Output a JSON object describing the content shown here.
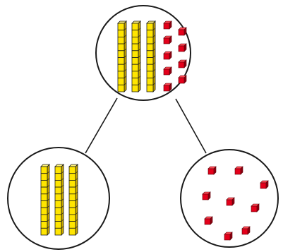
{
  "diagram": {
    "type": "part-part-whole base-ten blocks",
    "whole": {
      "tens_rods": 3,
      "unit_cubes": 9
    },
    "parts": [
      {
        "tens_rods": 3,
        "unit_cubes": 0
      },
      {
        "tens_rods": 0,
        "unit_cubes": 9
      }
    ],
    "colors": {
      "rod_fill": "#FFE500",
      "rod_stroke": "#1a1a1a",
      "cube_front": "#E4001B",
      "cube_top": "#FF4A55",
      "cube_side": "#8E0010",
      "circle_stroke": "#1a1a1a",
      "connector": "#1a1a1a"
    },
    "icons": {
      "rod": "tens-rod-icon",
      "cube": "unit-cube-icon"
    }
  }
}
